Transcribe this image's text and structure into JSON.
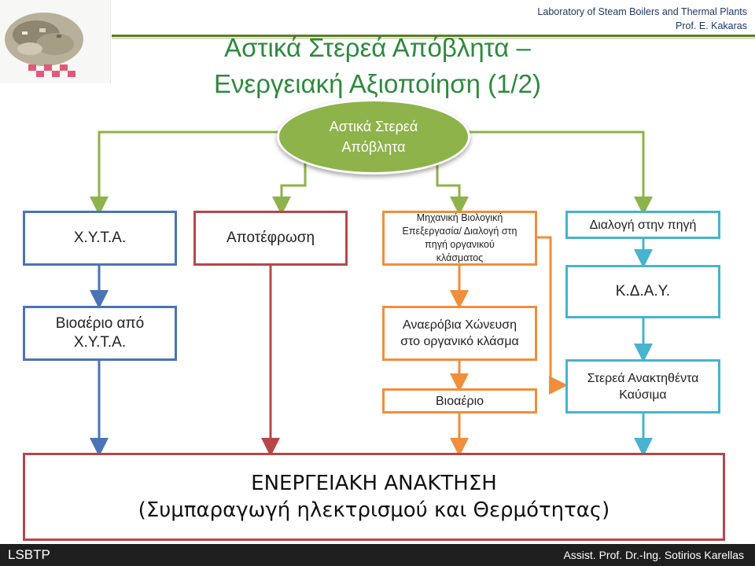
{
  "header": {
    "lab": "Laboratory of Steam Boilers and Thermal Plants",
    "prof": "Prof. E. Kakaras",
    "title_line1": "Αστικά Στερεά Απόβλητα –",
    "title_line2": "Ενεργειακή Αξιοποίηση (1/2)"
  },
  "diagram": {
    "root": {
      "line1": "Αστικά Στερεά",
      "line2": "Απόβλητα"
    },
    "xyta": "Χ.Υ.Τ.Α.",
    "apotefrosi": "Αποτέφρωση",
    "mbt_line1": "Μηχανική Βιολογική",
    "mbt_line2": "Επεξεργασία/ Διαλογή στη",
    "mbt_line3": "πηγή οργανικού",
    "mbt_line4": "κλάσματος",
    "dialogi": "Διαλογή στην πηγή",
    "bioaerio_xyta_line1": "Βιοαέριο από",
    "bioaerio_xyta_line2": "Χ.Υ.Τ.Α.",
    "anaerobia_line1": "Αναερόβια Χώνευση",
    "anaerobia_line2": "στο οργανικό κλάσμα",
    "bioaerio": "Βιοαέριο",
    "kday": "Κ.Δ.Α.Υ.",
    "srf_line1": "Στερεά Ανακτηθέντα",
    "srf_line2": "Καύσιμα",
    "final_line1": "ΕΝΕΡΓΕΙΑΚΗ ΑΝΑΚΤΗΣΗ",
    "final_line2": "(Συμπαραγωγή ηλεκτρισμού και Θερμότητας)"
  },
  "colors": {
    "green": "#8db34a",
    "blue": "#4a74b5",
    "red": "#b5474a",
    "orange": "#f08e3c",
    "cyan": "#47b3cf"
  },
  "footer": {
    "left": "LSBTP",
    "right": "Assist. Prof. Dr.-Ing. Sotirios Karellas"
  }
}
